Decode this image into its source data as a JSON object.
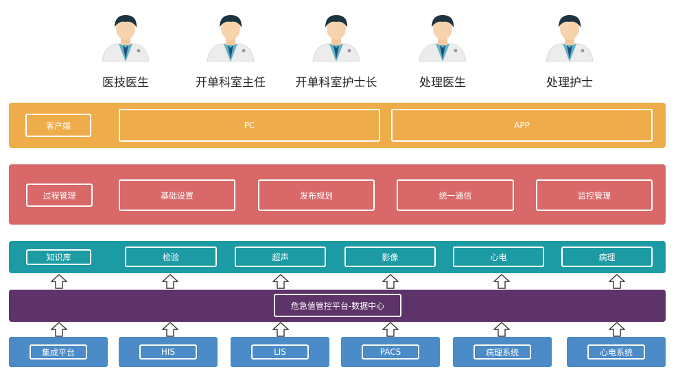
{
  "roles": [
    {
      "label": "医技医生"
    },
    {
      "label": "开单科室主任"
    },
    {
      "label": "开单科室护士长"
    },
    {
      "label": "处理医生"
    },
    {
      "label": "处理护士"
    }
  ],
  "client_layer": {
    "label": "客户端",
    "items": [
      "PC",
      "APP"
    ]
  },
  "process_layer": {
    "label": "过程管理",
    "items": [
      "基础设置",
      "发布规划",
      "统一通信",
      "监控管理"
    ]
  },
  "knowledge_layer": {
    "label": "知识库",
    "items": [
      "检验",
      "超声",
      "影像",
      "心电",
      "病理"
    ]
  },
  "data_center": {
    "label": "危急值管控平台-数据中心"
  },
  "sources": [
    "集成平台",
    "HIS",
    "LIS",
    "PACS",
    "病理系统",
    "心电系统"
  ],
  "colors": {
    "client": "#efac4a",
    "process": "#d96869",
    "knowledge": "#1d9ba4",
    "center": "#5d3369",
    "source": "#4a8bc8"
  },
  "icons": {
    "role": "doctor-avatar-icon",
    "flow": "up-arrow-icon"
  }
}
